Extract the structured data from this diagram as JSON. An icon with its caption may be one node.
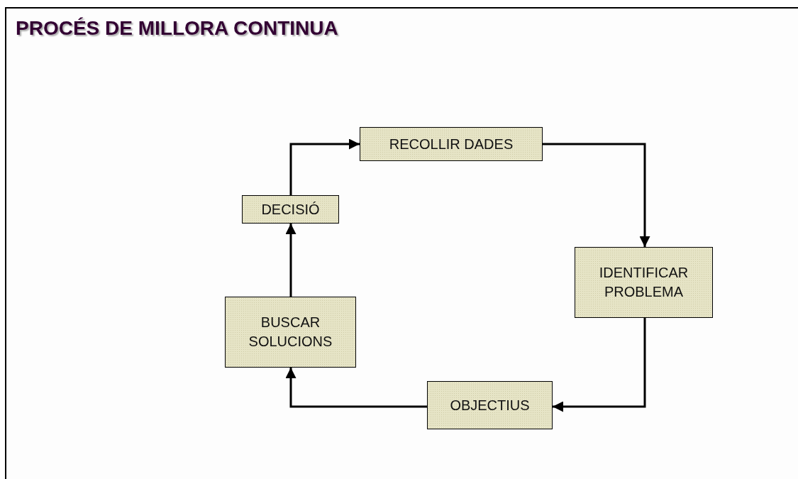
{
  "diagram": {
    "title": "PROCÉS DE MILLORA CONTINUA",
    "nodes": [
      {
        "text": [
          "RECOLLIR DADES"
        ]
      },
      {
        "text": [
          "IDENTIFICAR PROBLEMA"
        ]
      },
      {
        "text": [
          "OBJECTIUS"
        ]
      },
      {
        "text": [
          "BUSCAR SOLUCIONS"
        ]
      },
      {
        "text": [
          "DECISIÓ"
        ]
      }
    ],
    "edges": [
      {
        "from": 0,
        "to": 1,
        "arrow": "to"
      },
      {
        "from": 1,
        "to": 2,
        "arrow": "to"
      },
      {
        "from": 2,
        "to": 3,
        "arrow": "to"
      },
      {
        "from": 3,
        "to": 4,
        "arrow": "to"
      },
      {
        "from": 4,
        "to": 0,
        "arrow": "to"
      }
    ]
  }
}
